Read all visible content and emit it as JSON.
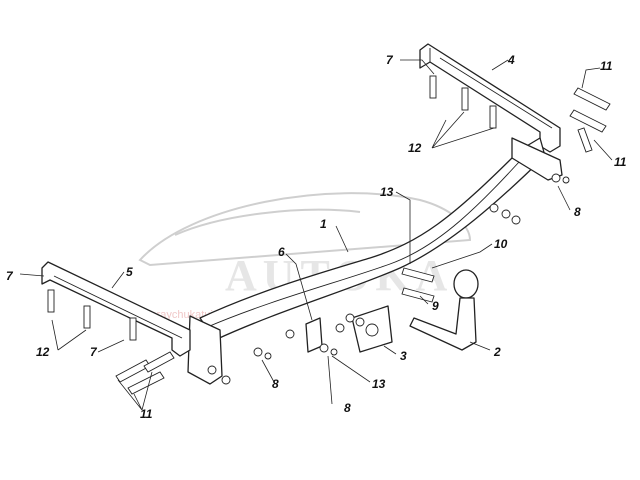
{
  "watermark": {
    "brand": "AUTOKA",
    "subtitle": "koraychukatuigan"
  },
  "callouts": [
    {
      "id": "c-7-top",
      "text": "7"
    },
    {
      "id": "c-4",
      "text": "4"
    },
    {
      "id": "c-11-top",
      "text": "11"
    },
    {
      "id": "c-12-top",
      "text": "12"
    },
    {
      "id": "c-11-right",
      "text": "11"
    },
    {
      "id": "c-13-top",
      "text": "13"
    },
    {
      "id": "c-8-right",
      "text": "8"
    },
    {
      "id": "c-1",
      "text": "1"
    },
    {
      "id": "c-10",
      "text": "10"
    },
    {
      "id": "c-6",
      "text": "6"
    },
    {
      "id": "c-9",
      "text": "9"
    },
    {
      "id": "c-7-left",
      "text": "7"
    },
    {
      "id": "c-5",
      "text": "5"
    },
    {
      "id": "c-12-left",
      "text": "12"
    },
    {
      "id": "c-7-mid",
      "text": "7"
    },
    {
      "id": "c-3",
      "text": "3"
    },
    {
      "id": "c-2",
      "text": "2"
    },
    {
      "id": "c-8-mid",
      "text": "8"
    },
    {
      "id": "c-13-bottom",
      "text": "13"
    },
    {
      "id": "c-11-left",
      "text": "11"
    },
    {
      "id": "c-8-bottom",
      "text": "8"
    }
  ]
}
